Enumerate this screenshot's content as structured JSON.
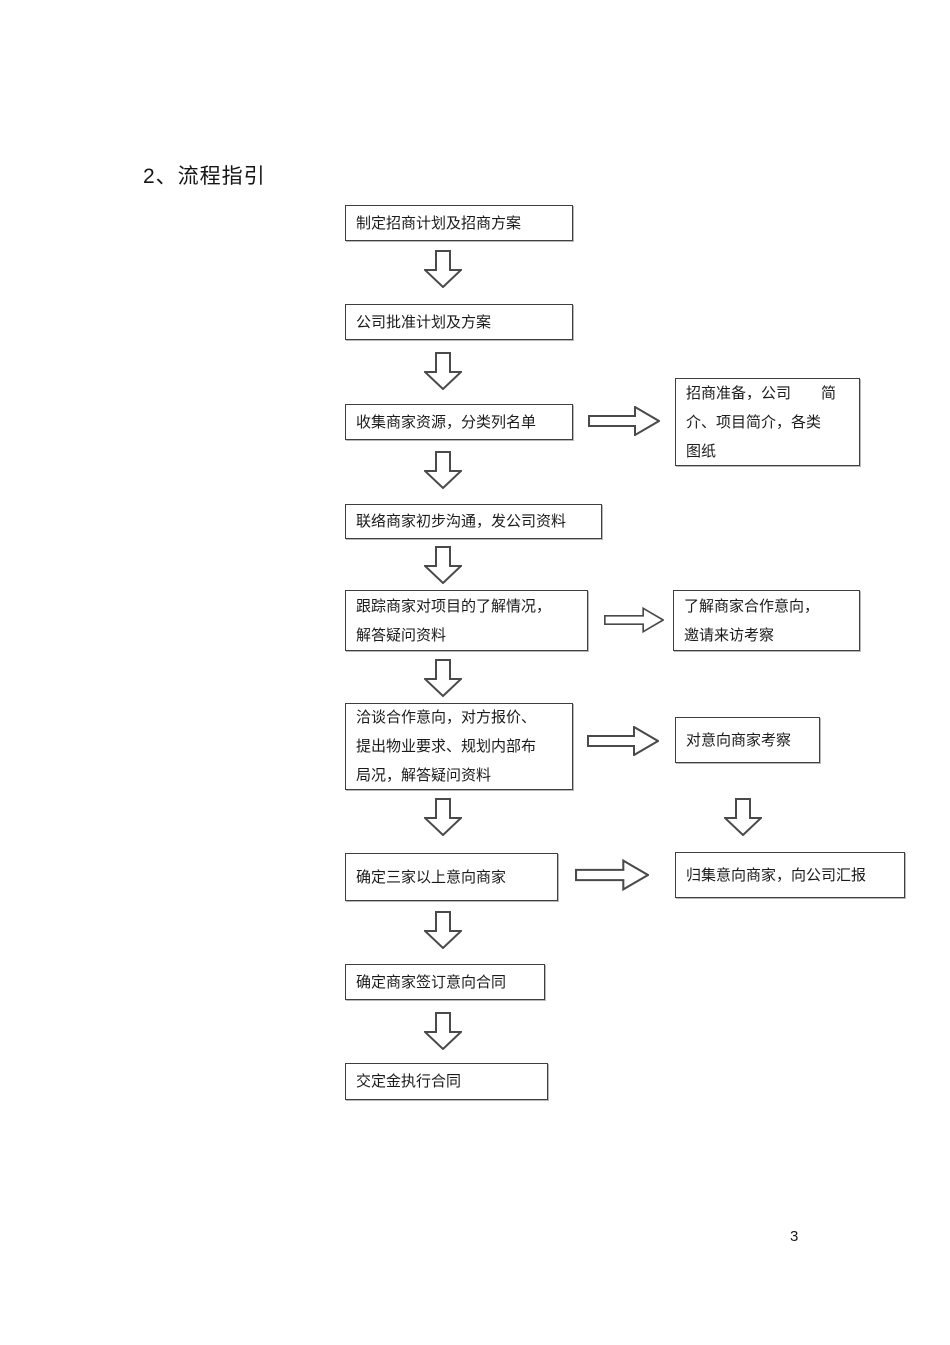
{
  "page": {
    "heading": "2、流程指引",
    "page_number": "3"
  },
  "flowchart": {
    "main_steps": [
      {
        "label": "制定招商计划及招商方案"
      },
      {
        "label": "公司批准计划及方案"
      },
      {
        "label": "收集商家资源，分类列名单"
      },
      {
        "label": "联络商家初步沟通，发公司资料"
      },
      {
        "label": "跟踪商家对项目的了解情况，\n解答疑问资料"
      },
      {
        "label": "洽谈合作意向，对方报价、\n提出物业要求、规划内部布\n局况，解答疑问资料"
      },
      {
        "label": "确定三家以上意向商家"
      },
      {
        "label": "确定商家签订意向合同"
      },
      {
        "label": "交定金执行合同"
      }
    ],
    "side_steps": [
      {
        "label": "招商准备，公司　　简\n介、项目简介，各类\n图纸"
      },
      {
        "label": "了解商家合作意向，\n邀请来访考察"
      },
      {
        "label": "对意向商家考察"
      },
      {
        "label": "归集意向商家，向公司汇报"
      }
    ],
    "icons": {
      "down_arrow": "hollow block arrow pointing down",
      "right_arrow": "hollow block arrow pointing right"
    },
    "colors": {
      "box_border": "#3f3f3f",
      "arrow_outline": "#4a4a4a",
      "text": "#1b1b1b",
      "background": "#ffffff"
    }
  }
}
